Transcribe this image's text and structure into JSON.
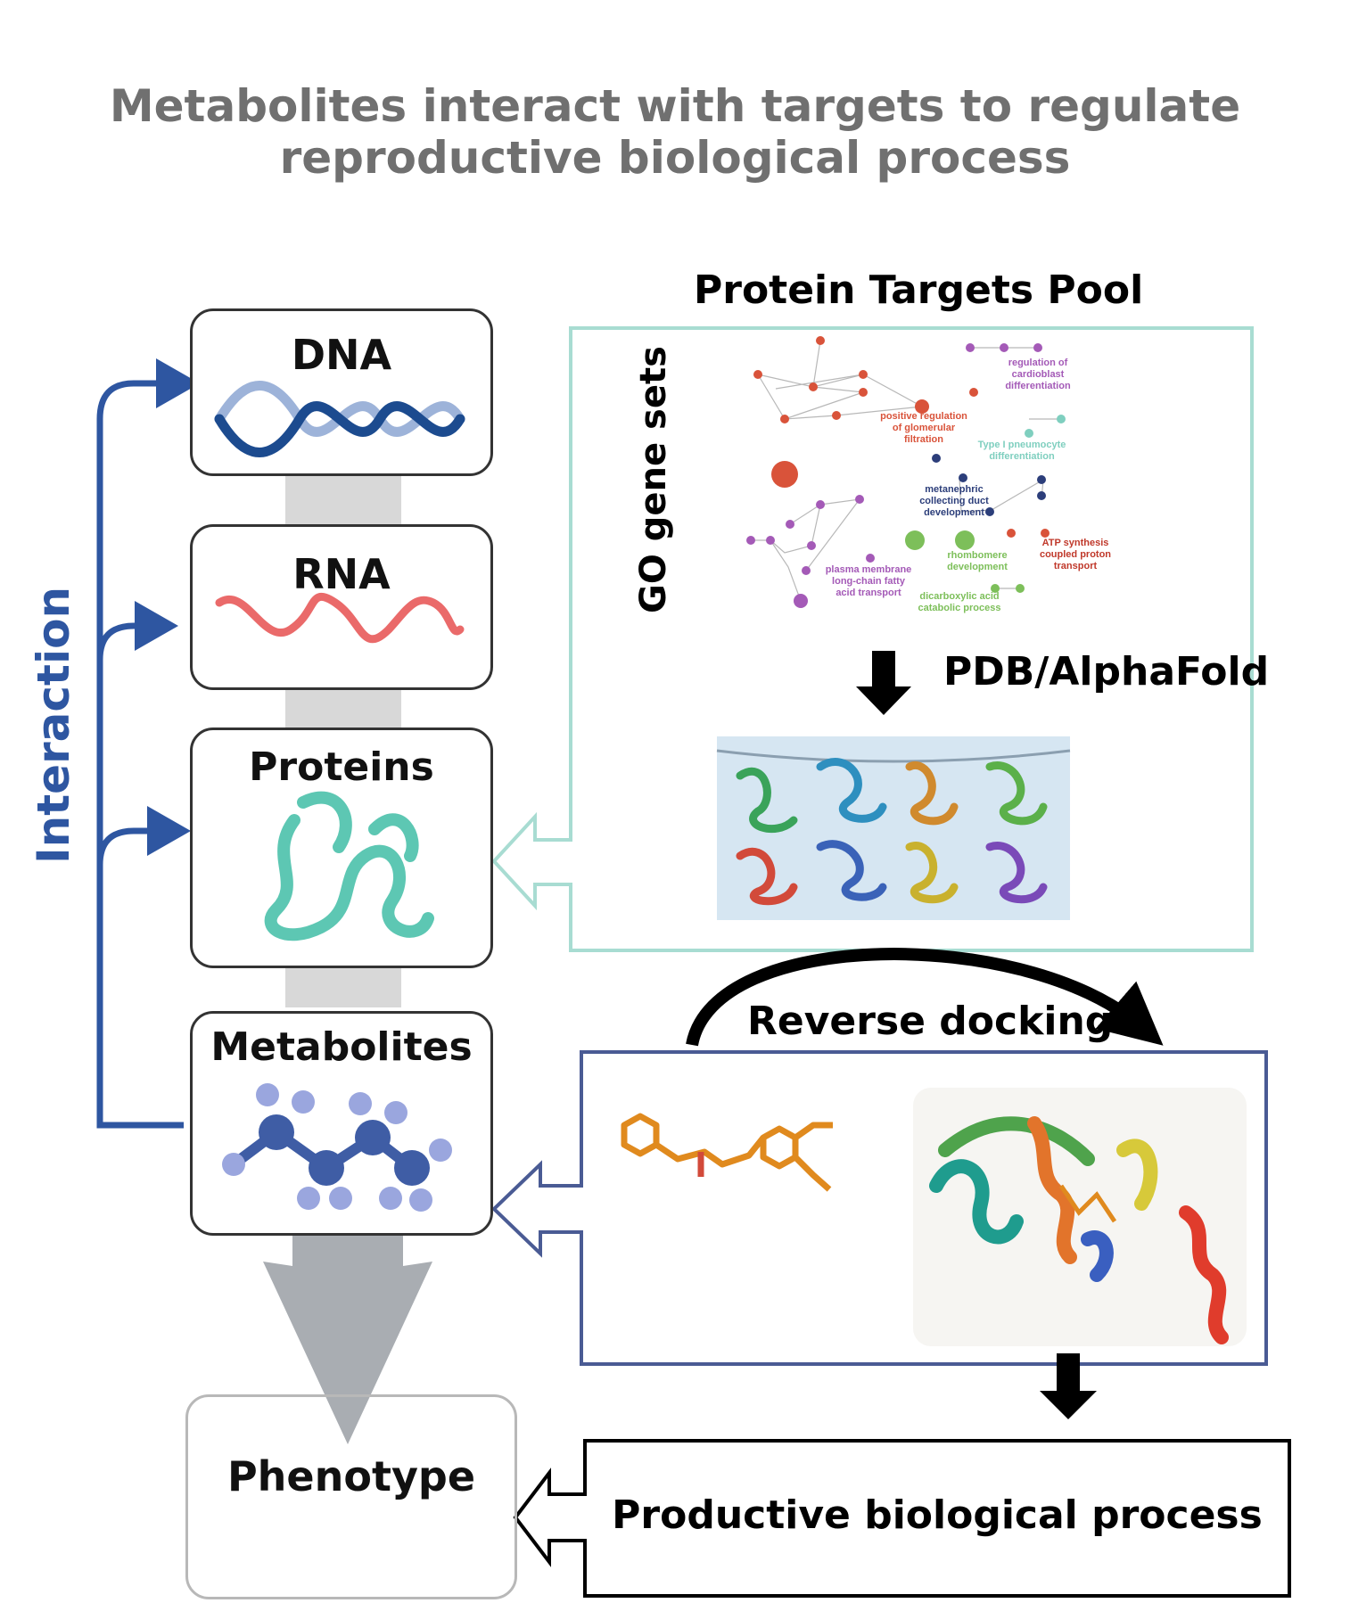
{
  "title": {
    "line1": "Metabolites interact with targets to regulate",
    "line2": "reproductive biological process"
  },
  "left_column": {
    "interaction_label": "Interaction",
    "dna_label": "DNA",
    "rna_label": "RNA",
    "proteins_label": "Proteins",
    "metabolites_label": "Metabolites",
    "phenotype_label": "Phenotype"
  },
  "targets_pool": {
    "heading": "Protein Targets Pool",
    "go_label": "GO gene sets",
    "source_label": "PDB/AlphaFold",
    "network_terms": {
      "t1": "regulation of",
      "t2": "cardioblast",
      "t3": "differentiation",
      "t4": "positive regulation",
      "t5": "of glomerular",
      "t6": "filtration",
      "t7": "Type I pneumocyte",
      "t8": "differentiation",
      "t9": "metanephric",
      "t10": "collecting duct",
      "t11": "development",
      "t12": "ATP synthesis",
      "t13": "coupled proton",
      "t14": "transport",
      "t15": "rhombomere",
      "t16": "development",
      "t17": "plasma membrane",
      "t18": "long-chain fatty",
      "t19": "acid transport",
      "t20": "dicarboxylic acid",
      "t21": "catabolic process"
    },
    "colors": {
      "border": "#a8dcd2",
      "network_red": "#d9533a",
      "network_purple": "#a45ab7",
      "network_teal": "#7fcfbf",
      "network_navy": "#2c3e7a",
      "network_green": "#7dbf5a"
    }
  },
  "docking": {
    "heading": "Reverse docking",
    "colors": {
      "border": "#4a5b94"
    }
  },
  "output": {
    "label": "Productive biological process"
  },
  "colors": {
    "interaction_blue": "#2e56a1",
    "protein_teal": "#5dc7b3",
    "dna_blue": "#1c4b8f",
    "rna_red": "#ea6a6a",
    "metabolite_blue": "#3f5da5"
  }
}
